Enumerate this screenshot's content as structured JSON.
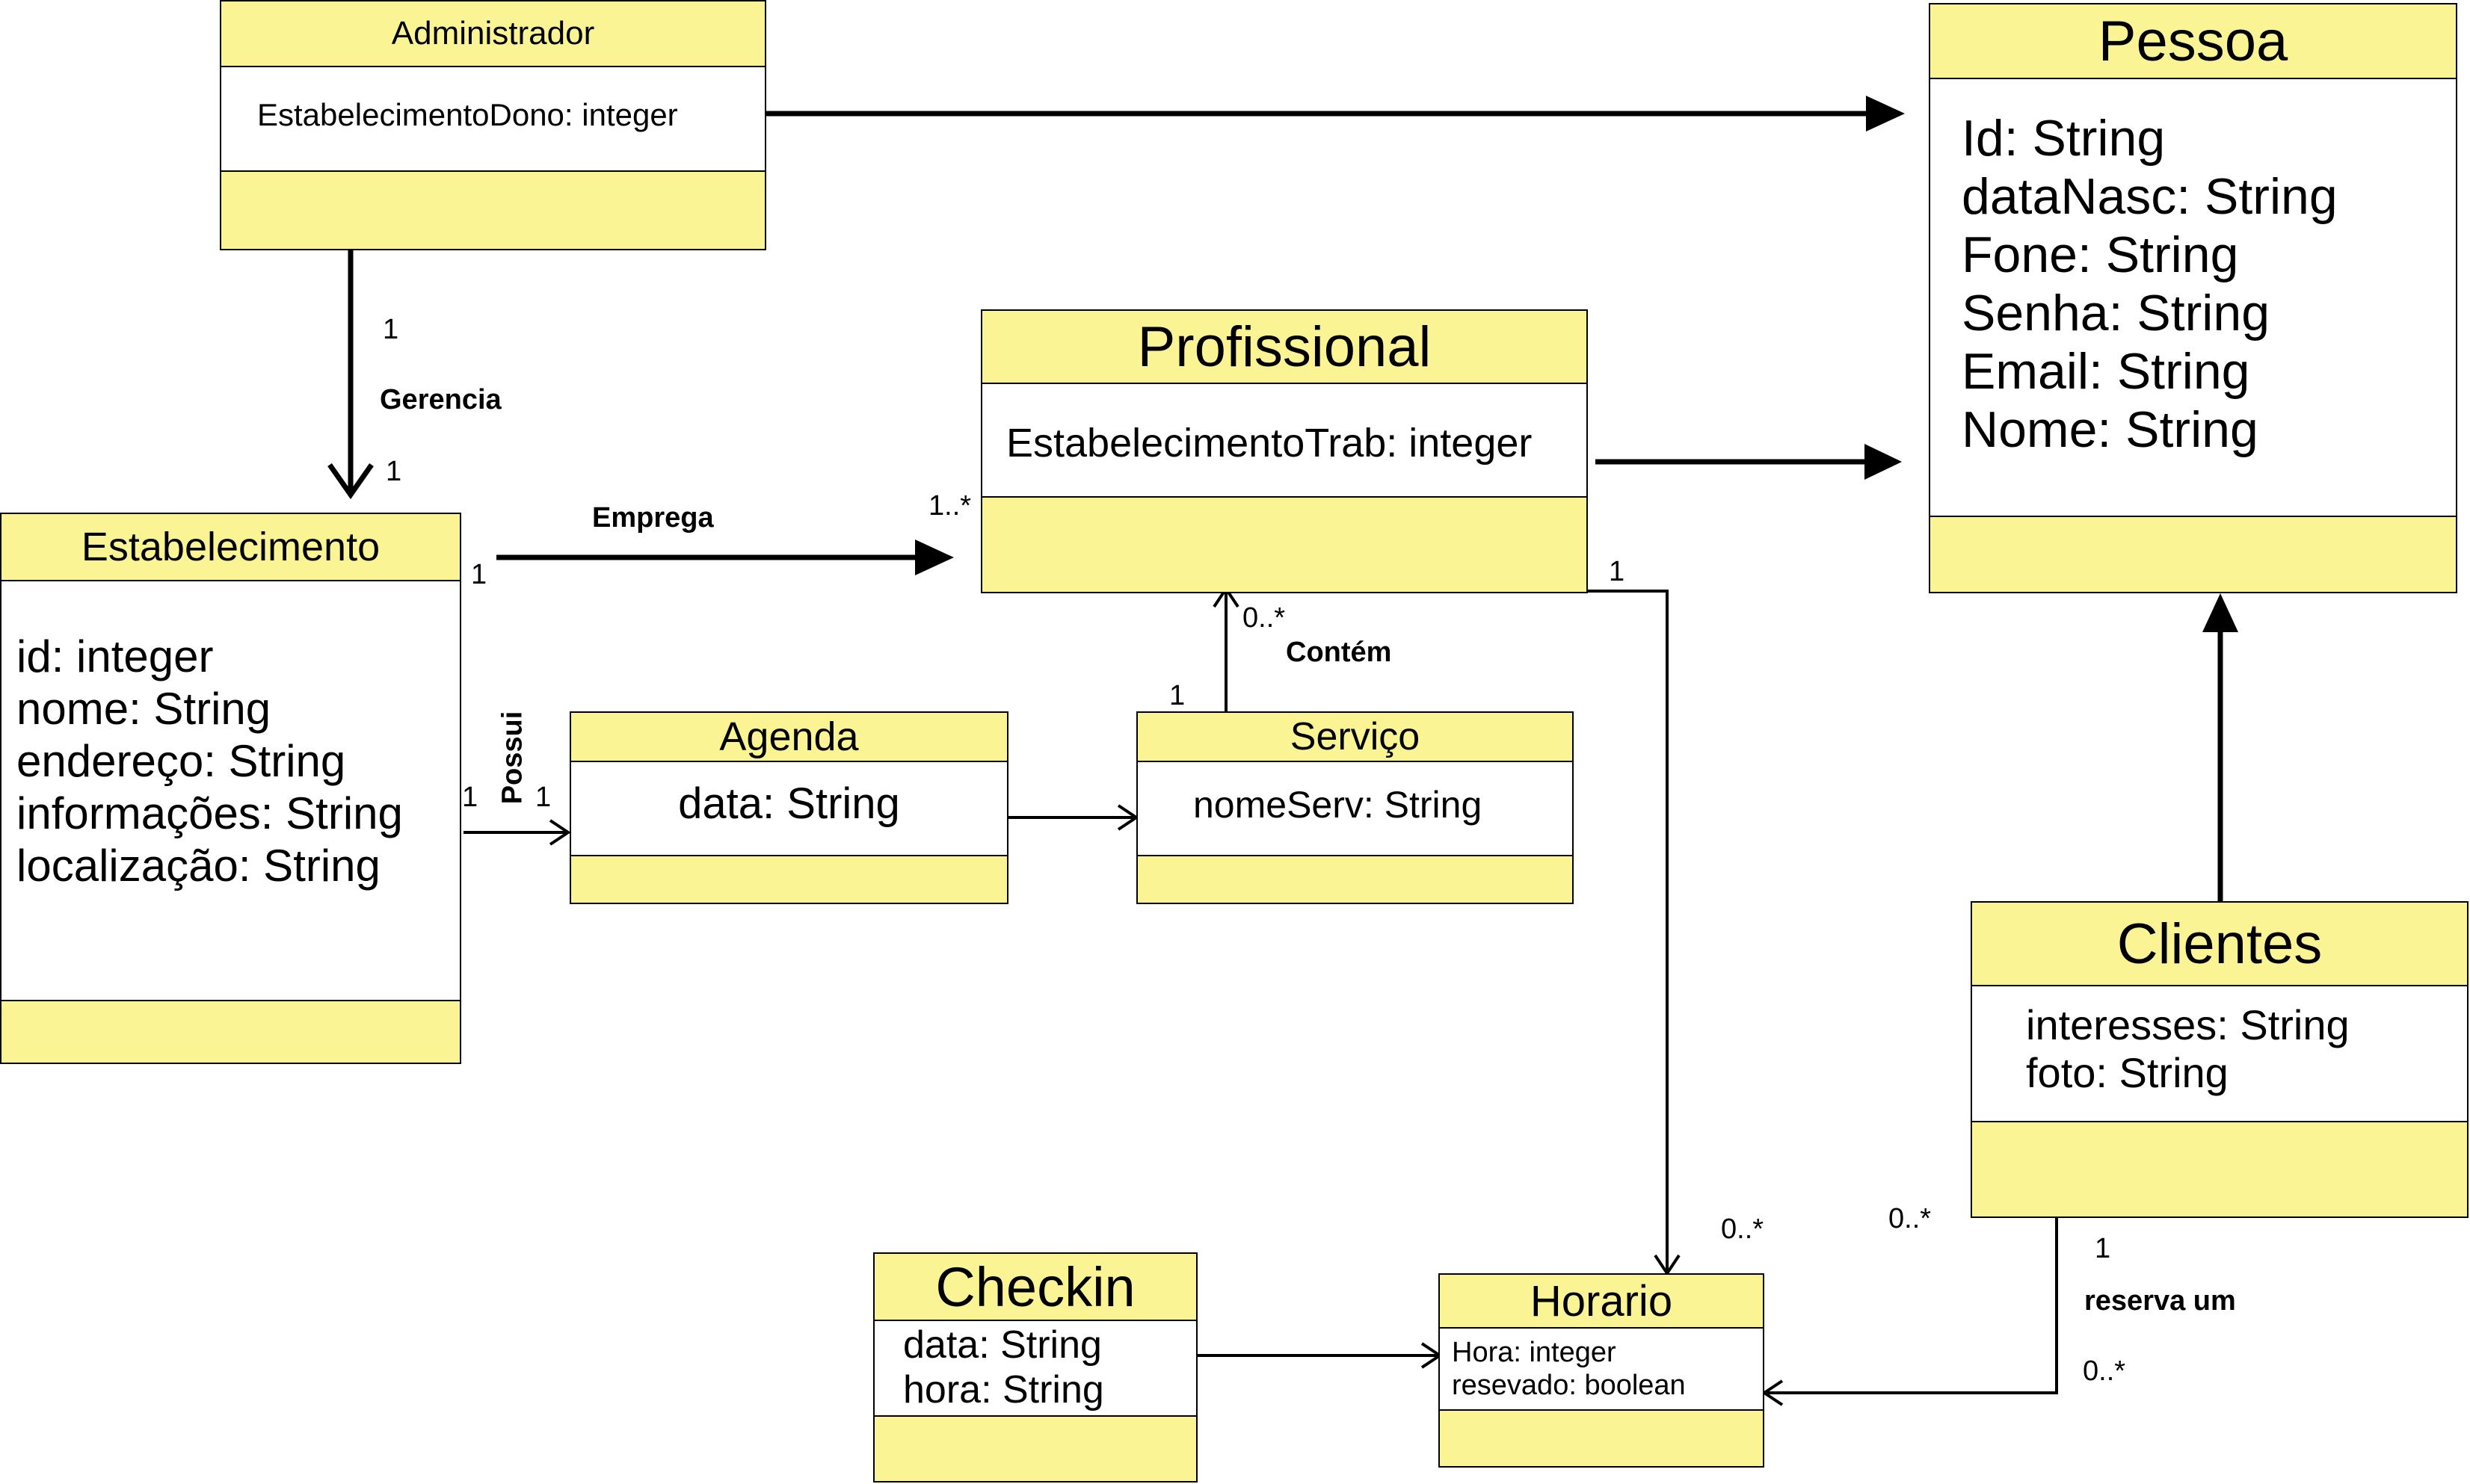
{
  "classes": {
    "administrador": {
      "name": "Administrador",
      "attributes": [
        "EstabelecimentoDono: integer"
      ]
    },
    "pessoa": {
      "name": "Pessoa",
      "attributes": [
        "Id: String",
        "dataNasc: String",
        "Fone: String",
        "Senha: String",
        "Email: String",
        "Nome: String"
      ]
    },
    "profissional": {
      "name": "Profissional",
      "attributes": [
        "EstabelecimentoTrab: integer"
      ]
    },
    "estabelecimento": {
      "name": "Estabelecimento",
      "attributes": [
        "id: integer",
        "nome: String",
        "endereço: String",
        "informações: String",
        "localização: String"
      ]
    },
    "agenda": {
      "name": "Agenda",
      "attributes": [
        "data: String"
      ]
    },
    "servico": {
      "name": "Serviço",
      "attributes": [
        "nomeServ: String"
      ]
    },
    "clientes": {
      "name": "Clientes",
      "attributes": [
        "interesses: String",
        "foto: String"
      ]
    },
    "checkin": {
      "name": "Checkin",
      "attributes": [
        "data: String",
        "hora: String"
      ]
    },
    "horario": {
      "name": "Horario",
      "attributes": [
        "Hora: integer",
        "resevado: boolean"
      ]
    }
  },
  "associations": {
    "gerencia": {
      "label": "Gerencia",
      "mult_source": "1",
      "mult_target": "1"
    },
    "emprega": {
      "label": "Emprega",
      "mult_source": "1",
      "mult_target": "1..*"
    },
    "possui": {
      "label": "Possui",
      "mult_source": "1",
      "mult_target": "1"
    },
    "contem": {
      "label": "Contém",
      "mult_source": "1",
      "mult_target": "0..*"
    },
    "profissional_horario": {
      "mult_source": "1",
      "mult_target": "0..*"
    },
    "reserva_um": {
      "label": "reserva um",
      "mult_source": "1",
      "mult_target": "0..*",
      "mult_extra": "0..*"
    }
  },
  "colors": {
    "class_fill": "#fbf495",
    "attr_fill": "#ffffff",
    "line": "#000000"
  }
}
